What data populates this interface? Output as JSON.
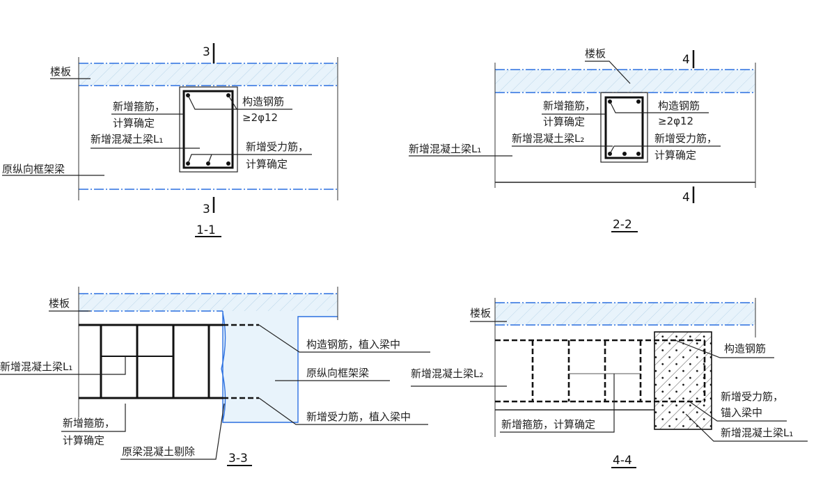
{
  "colors": {
    "axis_line": "#2a6fe0",
    "slab_fill": "#e6f2fb"
  },
  "s11": {
    "title": "1-1",
    "mark": "3",
    "slab": "楼板",
    "stirrup1": "新增箍筋，",
    "stirrup2": "计算确定",
    "struct": "构造钢筋",
    "struct_spec": "≥2φ12",
    "beam": "新增混凝土梁L₁",
    "main1": "新增受力筋，",
    "main2": "计算确定",
    "orig": "原纵向框架梁"
  },
  "s22": {
    "title": "2-2",
    "mark": "4",
    "slab": "楼板",
    "stirrup1": "新增箍筋，",
    "stirrup2": "计算确定",
    "beam2": "新增混凝土梁L₂",
    "beam1": "新增混凝土梁L₁",
    "struct": "构造钢筋",
    "struct_spec": "≥2φ12",
    "main1": "新增受力筋，",
    "main2": "计算确定"
  },
  "s33": {
    "title": "3-3",
    "slab": "楼板",
    "struct": "构造钢筋，植入梁中",
    "beam": "新增混凝土梁L₁",
    "orig": "原纵向框架梁",
    "main": "新增受力筋，植入梁中",
    "stirrup1": "新增箍筋，",
    "stirrup2": "计算确定",
    "removed": "原梁混凝土剔除"
  },
  "s44": {
    "title": "4-4",
    "slab": "楼板",
    "beam2": "新增混凝土梁L₂",
    "struct": "构造钢筋",
    "main1": "新增受力筋，",
    "main2": "锚入梁中",
    "stirrup": "新增箍筋，计算确定",
    "beam1": "新增混凝土梁L₁"
  }
}
